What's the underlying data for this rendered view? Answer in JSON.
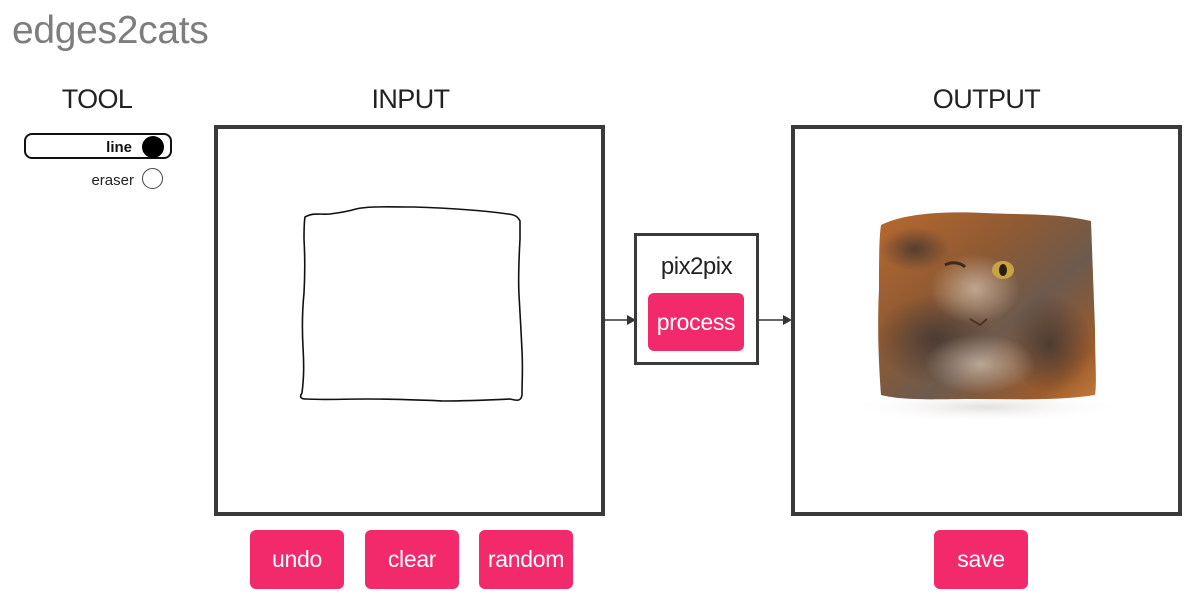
{
  "app": {
    "title": "edges2cats"
  },
  "tool": {
    "heading": "TOOL",
    "options": [
      {
        "label": "line",
        "selected": true
      },
      {
        "label": "eraser",
        "selected": false
      }
    ]
  },
  "input": {
    "heading": "INPUT",
    "buttons": {
      "undo": "undo",
      "clear": "clear",
      "random": "random"
    }
  },
  "model": {
    "name": "pix2pix",
    "process_label": "process"
  },
  "output": {
    "heading": "OUTPUT",
    "save_label": "save"
  },
  "colors": {
    "accent": "#f22a6c",
    "frame": "#3a3a3a",
    "title": "#7d7d7d"
  }
}
